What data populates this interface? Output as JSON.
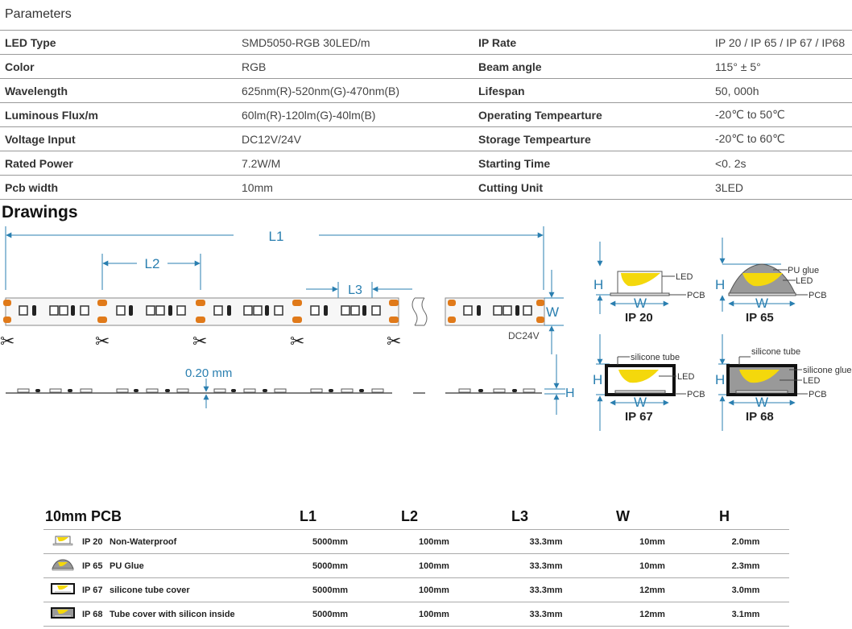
{
  "parameters": {
    "title": "Parameters",
    "rows": [
      {
        "k1": "LED Type",
        "v1": "SMD5050-RGB   30LED/m",
        "k2": "IP Rate",
        "v2": "IP 20 / IP 65 / IP 67 / IP68"
      },
      {
        "k1": "Color",
        "v1": "RGB",
        "k2": "Beam angle",
        "v2": "115° ± 5°"
      },
      {
        "k1": "Wavelength",
        "v1": "625nm(R)-520nm(G)-470nm(B)",
        "k2": "Lifespan",
        "v2": "50, 000h"
      },
      {
        "k1": "Luminous Flux/m",
        "v1": "60lm(R)-120lm(G)-40lm(B)",
        "k2": "Operating Tempearture",
        "v2": "-20℃ to 50℃"
      },
      {
        "k1": "Voltage Input",
        "v1": "DC12V/24V",
        "k2": "Storage Tempearture",
        "v2": "-20℃ to 60℃"
      },
      {
        "k1": "Rated Power",
        "v1": "7.2W/M",
        "k2": "Starting Time",
        "v2": "<0. 2s"
      },
      {
        "k1": "Pcb width",
        "v1": "10mm",
        "k2": "Cutting Unit",
        "v2": "3LED"
      }
    ]
  },
  "drawings": {
    "title": "Drawings",
    "l1": "L1",
    "l2": "L2",
    "l3": "L3",
    "w": "W",
    "h": "H",
    "thickness": "0.20 mm",
    "voltage": "DC24V",
    "ip_labels": {
      "led": "LED",
      "pcb": "PCB",
      "pu_glue": "PU glue",
      "silicone_tube": "silicone tube",
      "silicone_glue": "silicone glue",
      "ip20": "IP 20",
      "ip65": "IP 65",
      "ip67": "IP 67",
      "ip68": "IP 68"
    }
  },
  "spec_table": {
    "headers": {
      "pcb": "10mm PCB",
      "l1": "L1",
      "l2": "L2",
      "l3": "L3",
      "w": "W",
      "h": "H"
    },
    "rows": [
      {
        "ip": "IP 20",
        "desc": "Non-Waterproof",
        "l1": "5000mm",
        "l2": "100mm",
        "l3": "33.3mm",
        "w": "10mm",
        "h": "2.0mm"
      },
      {
        "ip": "IP 65",
        "desc": "PU Glue",
        "l1": "5000mm",
        "l2": "100mm",
        "l3": "33.3mm",
        "w": "10mm",
        "h": "2.3mm"
      },
      {
        "ip": "IP 67",
        "desc": "silicone tube cover",
        "l1": "5000mm",
        "l2": "100mm",
        "l3": "33.3mm",
        "w": "12mm",
        "h": "3.0mm"
      },
      {
        "ip": "IP 68",
        "desc": "Tube cover with silicon inside",
        "l1": "5000mm",
        "l2": "100mm",
        "l3": "33.3mm",
        "w": "12mm",
        "h": "3.1mm"
      }
    ]
  },
  "colors": {
    "dimension_blue": "#2a7fb0",
    "pad_orange": "#e07a1a",
    "led_yellow": "#f4d80c"
  }
}
